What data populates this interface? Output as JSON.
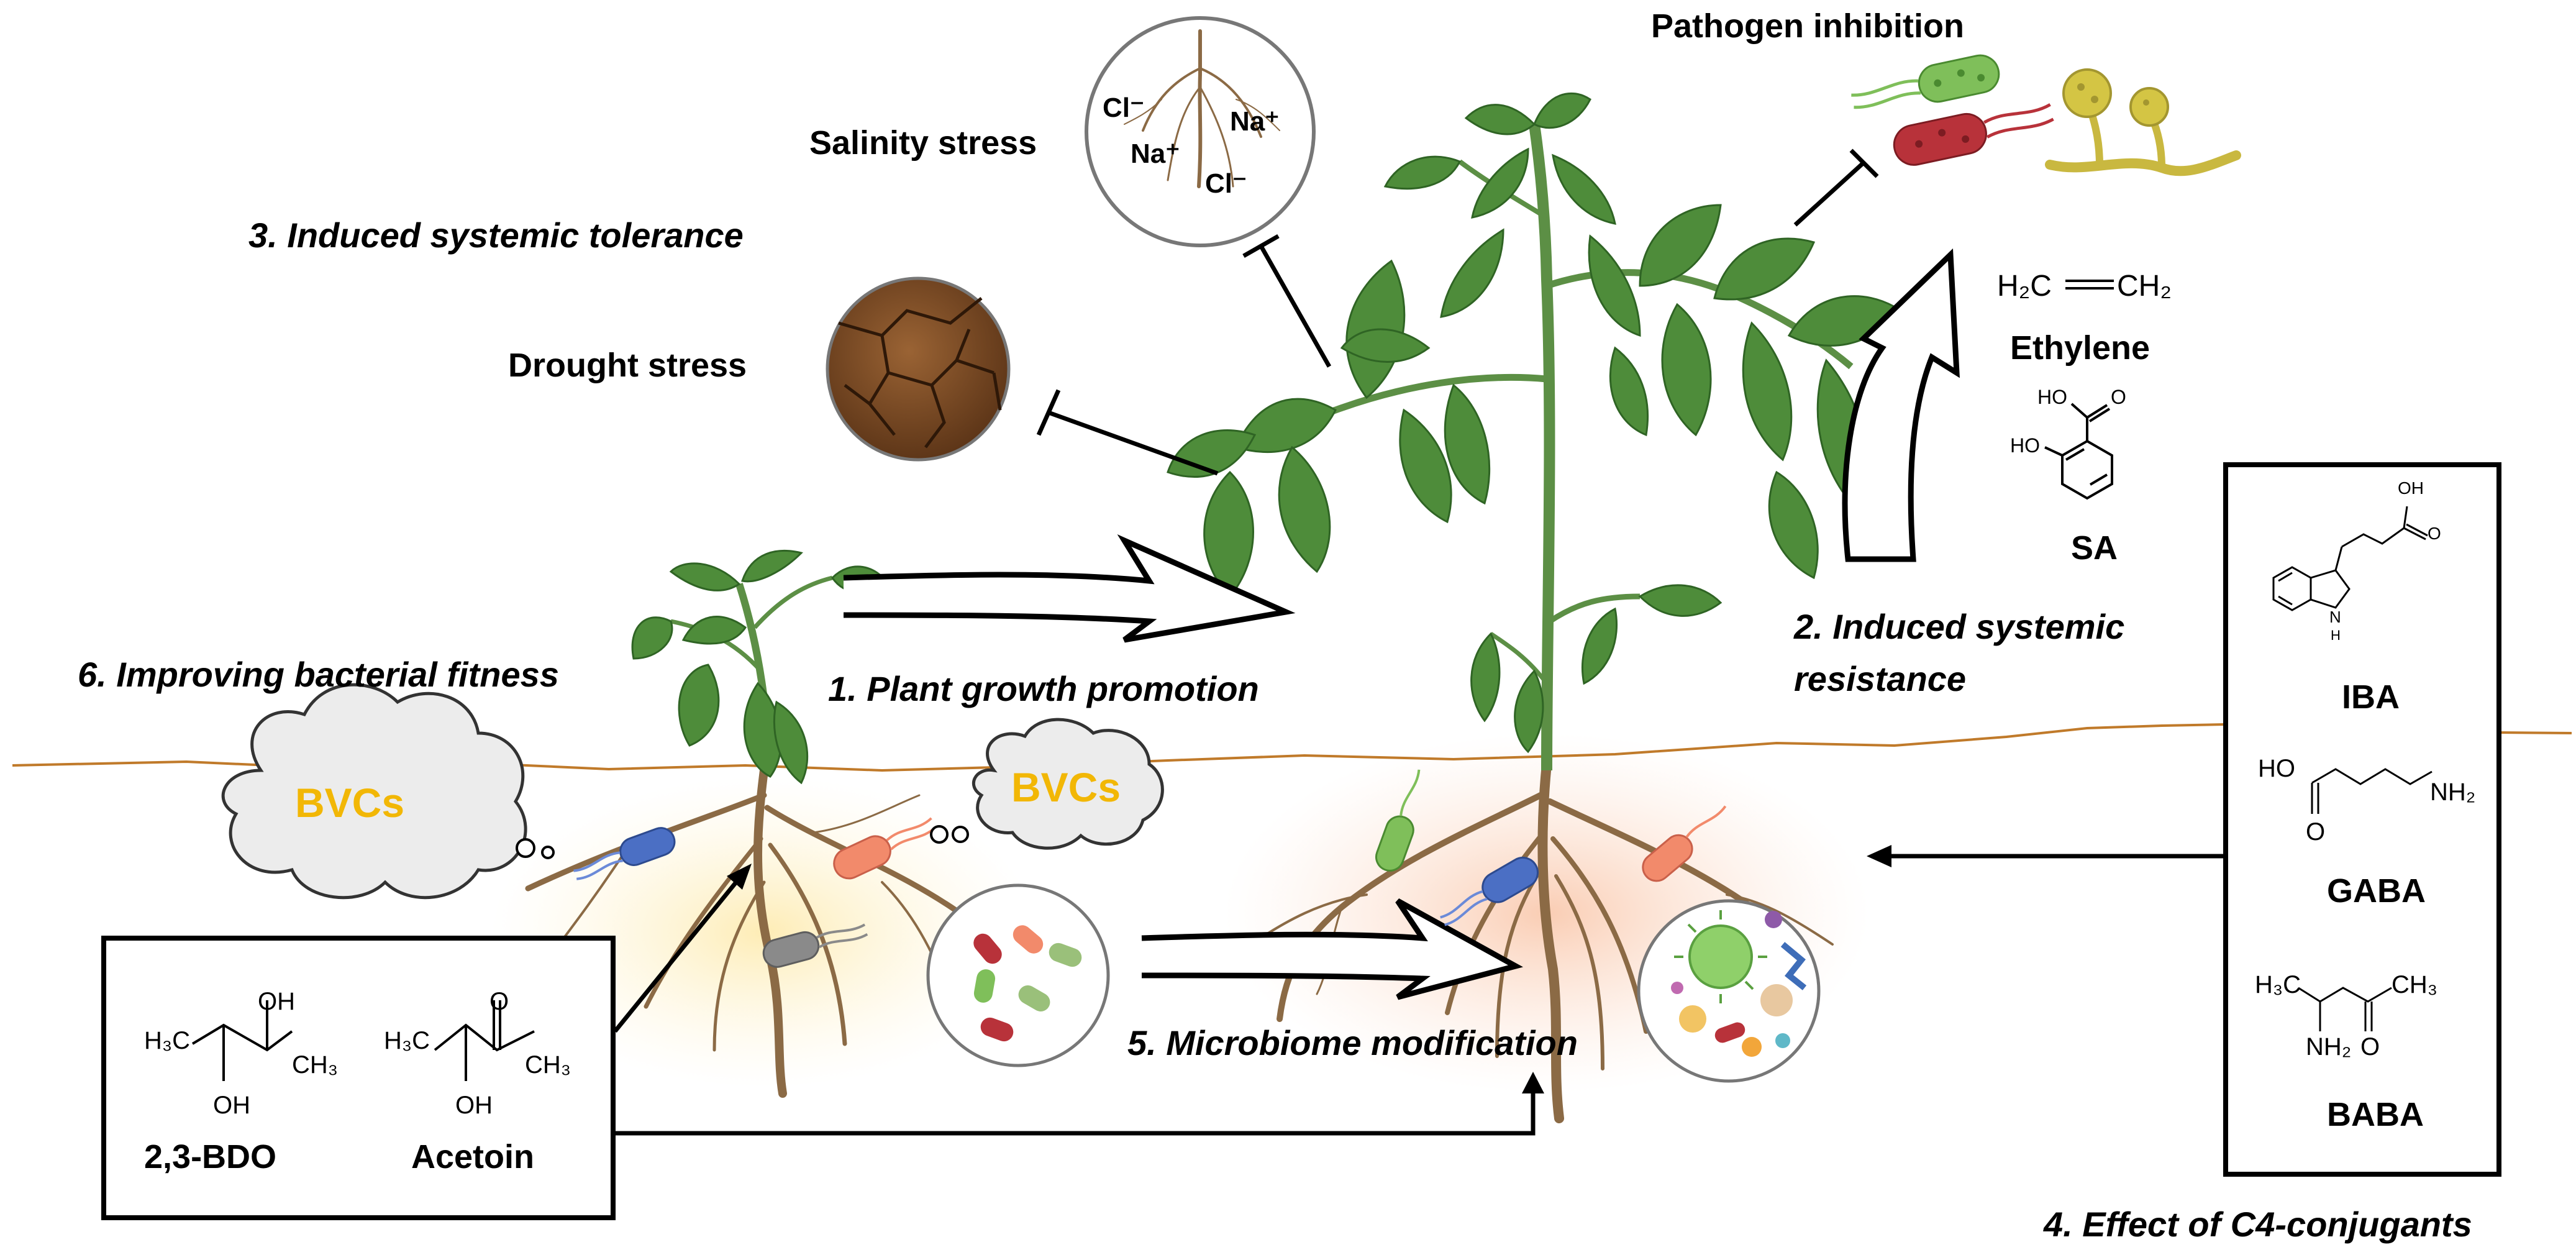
{
  "labels": {
    "salinity": "Salinity stress",
    "ist": "3. Induced systemic tolerance",
    "drought": "Drought stress",
    "pathogen": "Pathogen inhibition",
    "ethylene": "Ethylene",
    "ethylene_formula": "H₂C═CH₂",
    "sa": "SA",
    "isr_line1": "2. Induced systemic",
    "isr_line2": "resistance",
    "pgp": "1. Plant growth promotion",
    "fitness": "6. Improving bacterial fitness",
    "bvcs": "BVCs",
    "microbiome": "5. Microbiome modification",
    "c4": "4. Effect of C4-conjugants"
  },
  "ions": {
    "cl": "Cl⁻",
    "na": "Na⁺"
  },
  "c4_compounds": [
    "IBA",
    "GABA",
    "BABA"
  ],
  "volatiles": [
    "2,3-BDO",
    "Acetoin"
  ],
  "chem_text": {
    "oh": "OH",
    "o": "O",
    "ho": "HO",
    "h3c": "H₃C",
    "ch3": "CH₃",
    "nh2": "NH₂",
    "h": "H",
    "n": "N"
  },
  "colors": {
    "leaf": "#4e8c3a",
    "leaf_dark": "#2f6424",
    "stem": "#5c8f45",
    "root": "#8b6a45",
    "soil_line": "#c07a2a",
    "bvc_text": "#f2b705",
    "drought_soil": "#7a4a22",
    "pathogen_green": "#7fbf5a",
    "pathogen_red": "#b8323a",
    "fungus": "#c9b840"
  }
}
